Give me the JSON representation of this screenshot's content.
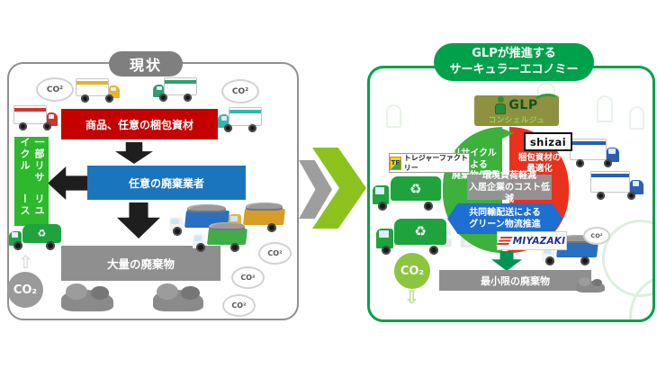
{
  "icons": {
    "recycle": "♻",
    "up_arrow": "⇧",
    "down_arrow": "⇩"
  },
  "left_panel": {
    "title": "現状",
    "red_box": "商品、任意の梱包資材",
    "blue_box": "任意の廃棄業者",
    "gray_box": "大量の廃棄物",
    "ribbon_col_right": "一部リサイクル",
    "ribbon_col_left": "リユース",
    "co2_badge": "CO₂",
    "cloud_label": "CO²"
  },
  "right_panel": {
    "title_line1": "GLPが推進する",
    "title_line2": "サーキュラーエコノミー",
    "concierge": {
      "brand": "GLP",
      "sub": "コンシェルジュ"
    },
    "partners": {
      "shizai": "shizai",
      "treasure_icon": "TF",
      "treasure": "トレジャーファクトリー",
      "miyazaki": "MIYAZAKI"
    },
    "cycle": {
      "green_l1": "リサイクル",
      "green_l2": "による",
      "green_l3": "廃棄物低減",
      "red_l1": "梱包資材の",
      "red_l2": "最適化",
      "center_l1": "環境負荷軽減",
      "center_l2": "入居企業のコスト低減",
      "blue_l1": "共同輸配送による",
      "blue_l2": "グリーン物流推進"
    },
    "co2_badge": "CO₂",
    "gray_box": "最小限の廃棄物",
    "cloud_label": "CO²",
    "watermark": "GLP"
  },
  "colors": {
    "red_box": "#c40000",
    "blue_box": "#1b75bc",
    "gray_box": "#8f8f8f",
    "ribbon_green": "#2eb82e",
    "panel_border_green": "#00a14b",
    "cycle_green": "#3cb13c",
    "cycle_red": "#e8321e",
    "cycle_blue": "#1d6fd1",
    "co2_green": "#8cc63f",
    "co2_gray": "#9a9a9a",
    "chevron_green": "#8cc21e",
    "chevron_gray": "#9e9e9e"
  }
}
